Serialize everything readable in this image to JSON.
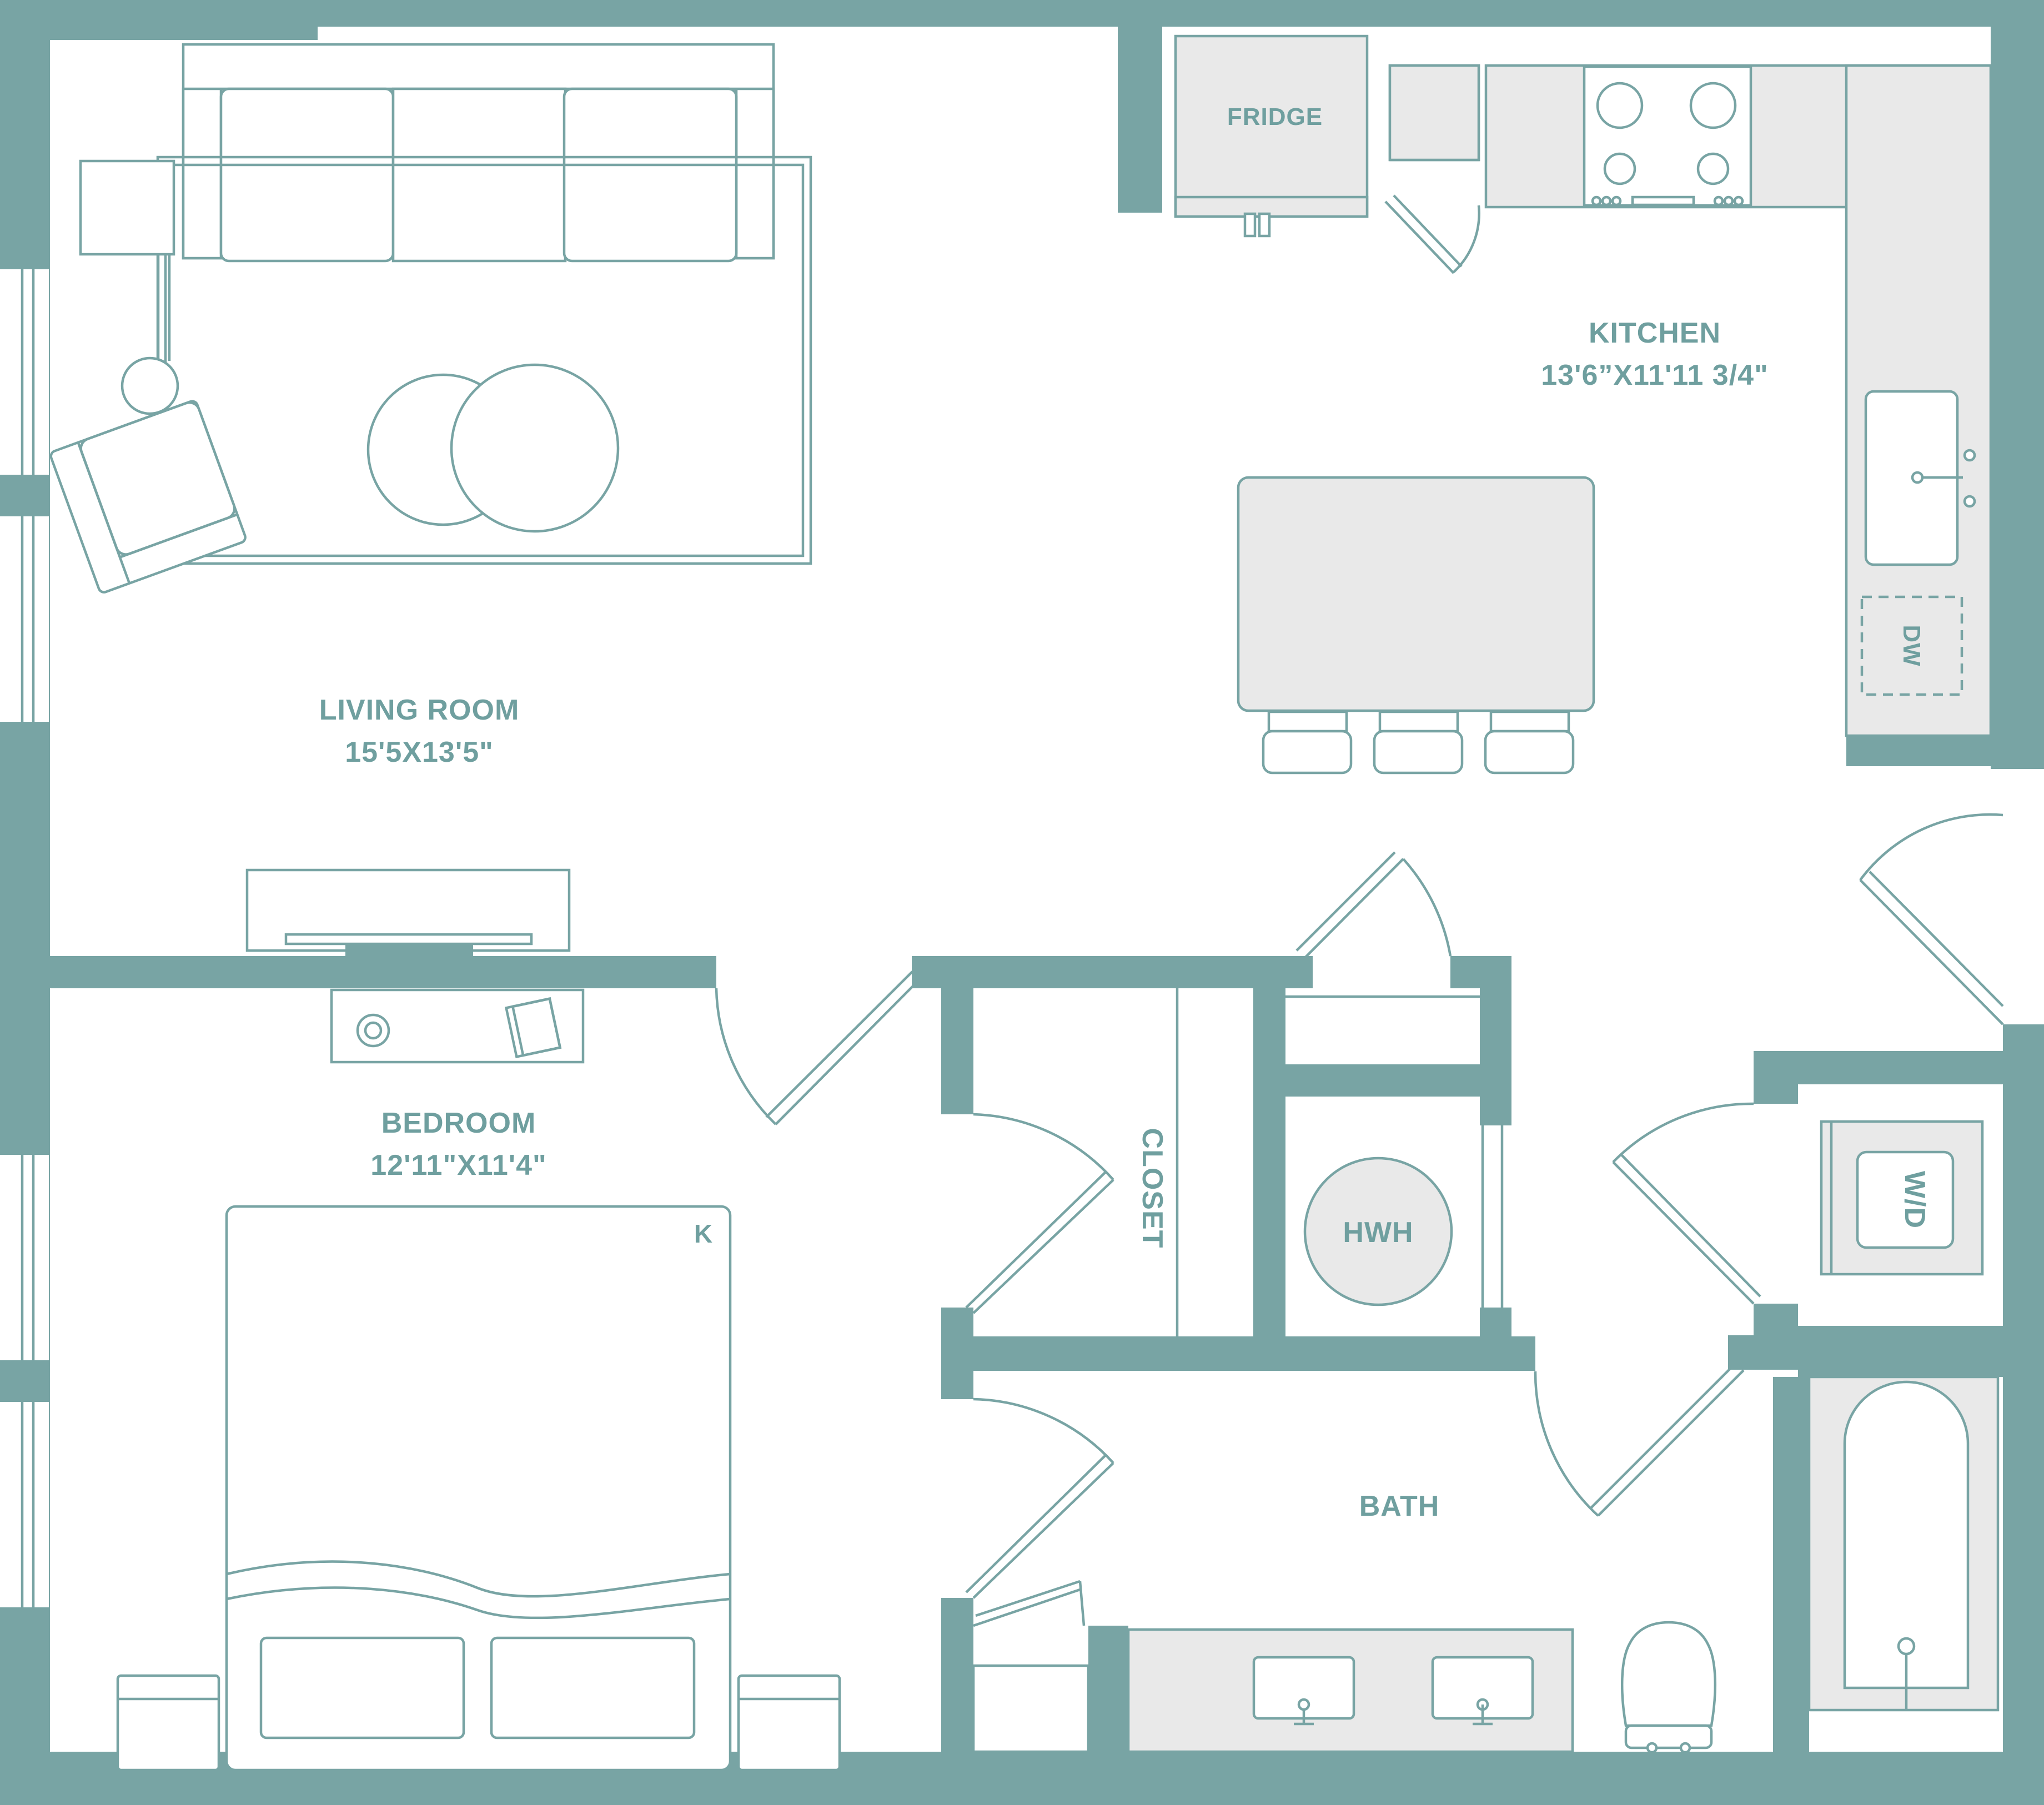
{
  "colors": {
    "wall": "#78a4a4",
    "fixture": "#e9e9e9",
    "text": "#6f9f9f",
    "background": "#ffffff"
  },
  "rooms": {
    "living": {
      "name": "LIVING ROOM",
      "size": "15'5X13'5\""
    },
    "kitchen": {
      "name": "KITCHEN",
      "size": "13'6”X11'11 3/4\""
    },
    "bedroom": {
      "name": "BEDROOM",
      "size": "12'11\"X11'4\""
    },
    "bath": {
      "name": "BATH"
    },
    "closet": {
      "name": "CLOSET"
    }
  },
  "fixtures": {
    "fridge": "FRIDGE",
    "dishwasher": "DW",
    "water_heater": "HWH",
    "washer_dryer": "W/D",
    "bed_size": "K"
  }
}
